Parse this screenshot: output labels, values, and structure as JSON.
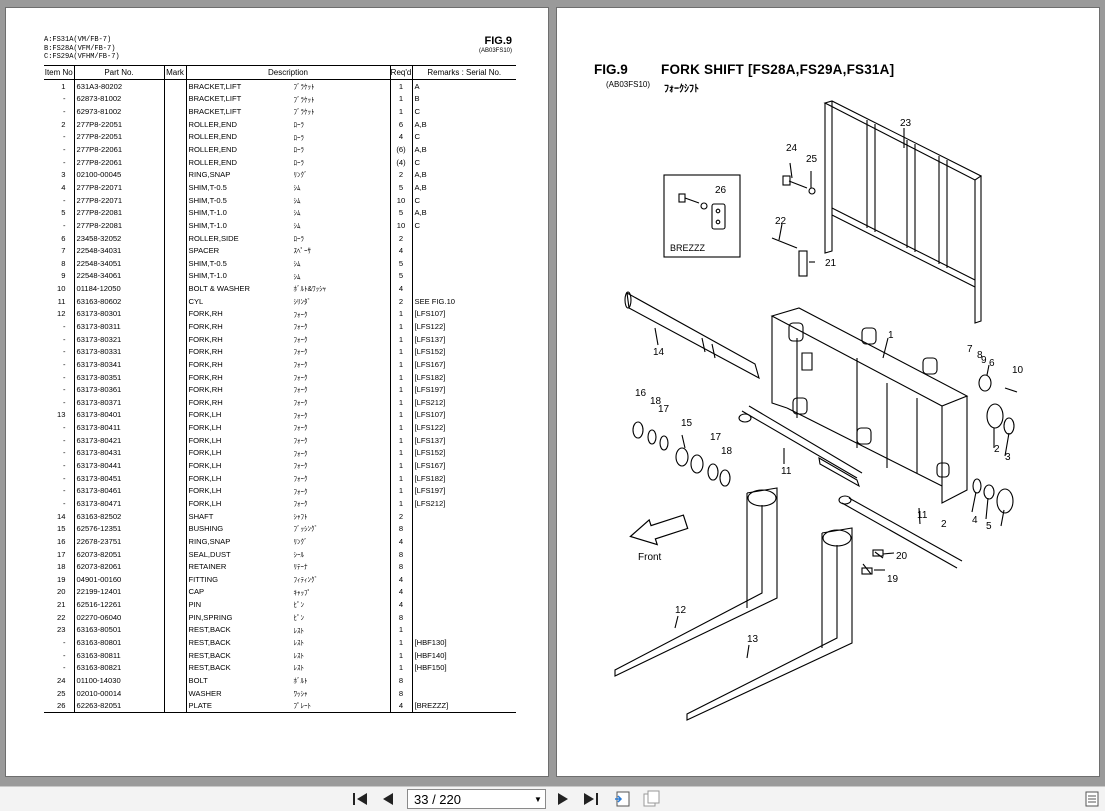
{
  "left_page": {
    "models": [
      "A:FS31A(VM/FB-7)",
      "B:FS28A(VFM/FB-7)",
      "C:FS29A(VFHM/FB-7)"
    ],
    "fig_label": "FIG.9",
    "fig_code": "(AB03FS10)",
    "columns": [
      "Item No",
      "Part No.",
      "Mark",
      "Description",
      "Req'd",
      "Remarks : Serial No."
    ],
    "rows": [
      [
        "1",
        "631A3-80202",
        "",
        "BRACKET,LIFT",
        "ﾌﾞﾗｹｯﾄ",
        "1",
        "A"
      ],
      [
        "-",
        "62873-81002",
        "",
        "BRACKET,LIFT",
        "ﾌﾞﾗｹｯﾄ",
        "1",
        "B"
      ],
      [
        "-",
        "62973-81002",
        "",
        "BRACKET,LIFT",
        "ﾌﾞﾗｹｯﾄ",
        "1",
        "C"
      ],
      [
        "2",
        "277P8-22051",
        "",
        "ROLLER,END",
        "ﾛｰﾗ",
        "6",
        "A,B"
      ],
      [
        "-",
        "277P8-22051",
        "",
        "ROLLER,END",
        "ﾛｰﾗ",
        "4",
        "C"
      ],
      [
        "-",
        "277P8-22061",
        "",
        "ROLLER,END",
        "ﾛｰﾗ",
        "(6)",
        "A,B"
      ],
      [
        "-",
        "277P8-22061",
        "",
        "ROLLER,END",
        "ﾛｰﾗ",
        "(4)",
        "C"
      ],
      [
        "3",
        "02100-00045",
        "",
        "RING,SNAP",
        "ﾘﾝｸﾞ",
        "2",
        "A,B"
      ],
      [
        "4",
        "277P8-22071",
        "",
        "SHIM,T-0.5",
        "ｼﾑ",
        "5",
        "A,B"
      ],
      [
        "-",
        "277P8-22071",
        "",
        "SHIM,T-0.5",
        "ｼﾑ",
        "10",
        "C"
      ],
      [
        "5",
        "277P8-22081",
        "",
        "SHIM,T-1.0",
        "ｼﾑ",
        "5",
        "A,B"
      ],
      [
        "-",
        "277P8-22081",
        "",
        "SHIM,T-1.0",
        "ｼﾑ",
        "10",
        "C"
      ],
      [
        "6",
        "23458-32052",
        "",
        "ROLLER,SIDE",
        "ﾛｰﾗ",
        "2",
        ""
      ],
      [
        "7",
        "22548-34031",
        "",
        "SPACER",
        "ｽﾍﾟｰｻ",
        "4",
        ""
      ],
      [
        "8",
        "22548-34051",
        "",
        "SHIM,T-0.5",
        "ｼﾑ",
        "5",
        ""
      ],
      [
        "9",
        "22548-34061",
        "",
        "SHIM,T-1.0",
        "ｼﾑ",
        "5",
        ""
      ],
      [
        "10",
        "01184-12050",
        "",
        "BOLT & WASHER",
        "ﾎﾞﾙﾄ&ﾜｯｼｬ",
        "4",
        ""
      ],
      [
        "11",
        "63163-80602",
        "",
        "CYL",
        "ｼﾘﾝﾀﾞ",
        "2",
        "SEE FIG.10"
      ],
      [
        "12",
        "63173-80301",
        "",
        "FORK,RH",
        "ﾌｫｰｸ",
        "1",
        "[LFS107]"
      ],
      [
        "-",
        "63173-80311",
        "",
        "FORK,RH",
        "ﾌｫｰｸ",
        "1",
        "[LFS122]"
      ],
      [
        "-",
        "63173-80321",
        "",
        "FORK,RH",
        "ﾌｫｰｸ",
        "1",
        "[LFS137]"
      ],
      [
        "-",
        "63173-80331",
        "",
        "FORK,RH",
        "ﾌｫｰｸ",
        "1",
        "[LFS152]"
      ],
      [
        "-",
        "63173-80341",
        "",
        "FORK,RH",
        "ﾌｫｰｸ",
        "1",
        "[LFS167]"
      ],
      [
        "-",
        "63173-80351",
        "",
        "FORK,RH",
        "ﾌｫｰｸ",
        "1",
        "[LFS182]"
      ],
      [
        "-",
        "63173-80361",
        "",
        "FORK,RH",
        "ﾌｫｰｸ",
        "1",
        "[LFS197]"
      ],
      [
        "-",
        "63173-80371",
        "",
        "FORK,RH",
        "ﾌｫｰｸ",
        "1",
        "[LFS212]"
      ],
      [
        "13",
        "63173-80401",
        "",
        "FORK,LH",
        "ﾌｫｰｸ",
        "1",
        "[LFS107]"
      ],
      [
        "-",
        "63173-80411",
        "",
        "FORK,LH",
        "ﾌｫｰｸ",
        "1",
        "[LFS122]"
      ],
      [
        "-",
        "63173-80421",
        "",
        "FORK,LH",
        "ﾌｫｰｸ",
        "1",
        "[LFS137]"
      ],
      [
        "-",
        "63173-80431",
        "",
        "FORK,LH",
        "ﾌｫｰｸ",
        "1",
        "[LFS152]"
      ],
      [
        "-",
        "63173-80441",
        "",
        "FORK,LH",
        "ﾌｫｰｸ",
        "1",
        "[LFS167]"
      ],
      [
        "-",
        "63173-80451",
        "",
        "FORK,LH",
        "ﾌｫｰｸ",
        "1",
        "[LFS182]"
      ],
      [
        "-",
        "63173-80461",
        "",
        "FORK,LH",
        "ﾌｫｰｸ",
        "1",
        "[LFS197]"
      ],
      [
        "-",
        "63173-80471",
        "",
        "FORK,LH",
        "ﾌｫｰｸ",
        "1",
        "[LFS212]"
      ],
      [
        "14",
        "63163-82502",
        "",
        "SHAFT",
        "ｼｬﾌﾄ",
        "2",
        ""
      ],
      [
        "15",
        "62576-12351",
        "",
        "BUSHING",
        "ﾌﾞｯｼﾝｸﾞ",
        "8",
        ""
      ],
      [
        "16",
        "22678-23751",
        "",
        "RING,SNAP",
        "ﾘﾝｸﾞ",
        "4",
        ""
      ],
      [
        "17",
        "62073-82051",
        "",
        "SEAL,DUST",
        "ｼｰﾙ",
        "8",
        ""
      ],
      [
        "18",
        "62073-82061",
        "",
        "RETAINER",
        "ﾘﾃｰﾅ",
        "8",
        ""
      ],
      [
        "19",
        "04901-00160",
        "",
        "FITTING",
        "ﾌｨﾃｨﾝｸﾞ",
        "4",
        ""
      ],
      [
        "20",
        "22199-12401",
        "",
        "CAP",
        "ｷｬｯﾌﾟ",
        "4",
        ""
      ],
      [
        "21",
        "62516-12261",
        "",
        "PIN",
        "ﾋﾟﾝ",
        "4",
        ""
      ],
      [
        "22",
        "02270-06040",
        "",
        "PIN,SPRING",
        "ﾋﾟﾝ",
        "8",
        ""
      ],
      [
        "23",
        "63163-80501",
        "",
        "REST,BACK",
        "ﾚｽﾄ",
        "1",
        ""
      ],
      [
        "-",
        "63163-80801",
        "",
        "REST,BACK",
        "ﾚｽﾄ",
        "1",
        "[HBF130]"
      ],
      [
        "-",
        "63163-80811",
        "",
        "REST,BACK",
        "ﾚｽﾄ",
        "1",
        "[HBF140]"
      ],
      [
        "-",
        "63163-80821",
        "",
        "REST,BACK",
        "ﾚｽﾄ",
        "1",
        "[HBF150]"
      ],
      [
        "24",
        "01100-14030",
        "",
        "BOLT",
        "ﾎﾞﾙﾄ",
        "8",
        ""
      ],
      [
        "25",
        "02010-00014",
        "",
        "WASHER",
        "ﾜｯｼｬ",
        "8",
        ""
      ],
      [
        "26",
        "62263-82051",
        "",
        "PLATE",
        "ﾌﾟﾚｰﾄ",
        "4",
        "[BREZZZ]"
      ]
    ]
  },
  "right_page": {
    "fig_label": "FIG.9",
    "title": "FORK SHIFT [FS28A,FS29A,FS31A]",
    "fig_code": "(AB03FS10)",
    "jp_title": "ﾌｫｰｸｼﾌﾄ",
    "inset_label": "BREZZZ",
    "front_label": "Front",
    "callouts": [
      "1",
      "2",
      "2",
      "3",
      "4",
      "5",
      "6",
      "7",
      "8",
      "9",
      "10",
      "11",
      "11",
      "12",
      "13",
      "14",
      "15",
      "16",
      "17",
      "17",
      "18",
      "18",
      "19",
      "20",
      "21",
      "22",
      "23",
      "24",
      "25",
      "26"
    ]
  },
  "toolbar": {
    "page_indicator": "33 / 220",
    "icons": [
      "first-page-icon",
      "prev-page-icon",
      "dropdown-icon",
      "next-page-icon",
      "last-page-icon",
      "fit-page-icon",
      "fit-width-icon",
      "sidebar-toggle-icon"
    ]
  }
}
